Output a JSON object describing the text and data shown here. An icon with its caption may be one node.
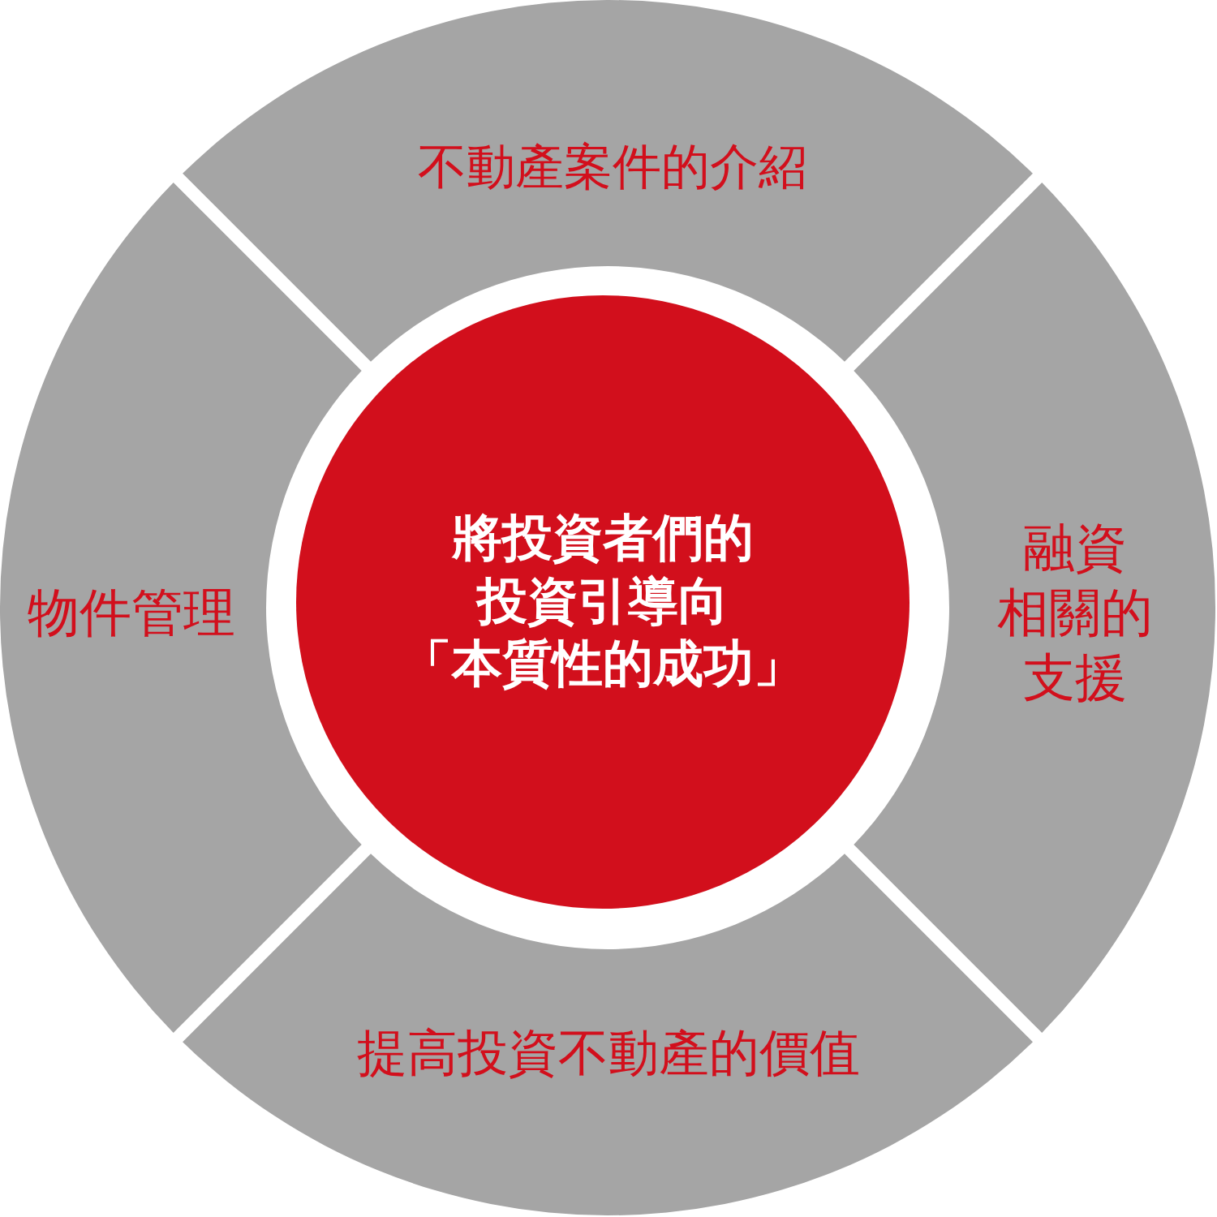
{
  "diagram": {
    "nodes": [
      {
        "text": [
          "不動產案件的介紹"
        ]
      },
      {
        "text": [
          "物件管理"
        ]
      },
      {
        "text": [
          "將投資者們的投資引導向「本質性的成功」"
        ]
      },
      {
        "text": [
          "融資相關的支援"
        ]
      },
      {
        "text": [
          "提高投資不動產的價值"
        ]
      }
    ]
  }
}
